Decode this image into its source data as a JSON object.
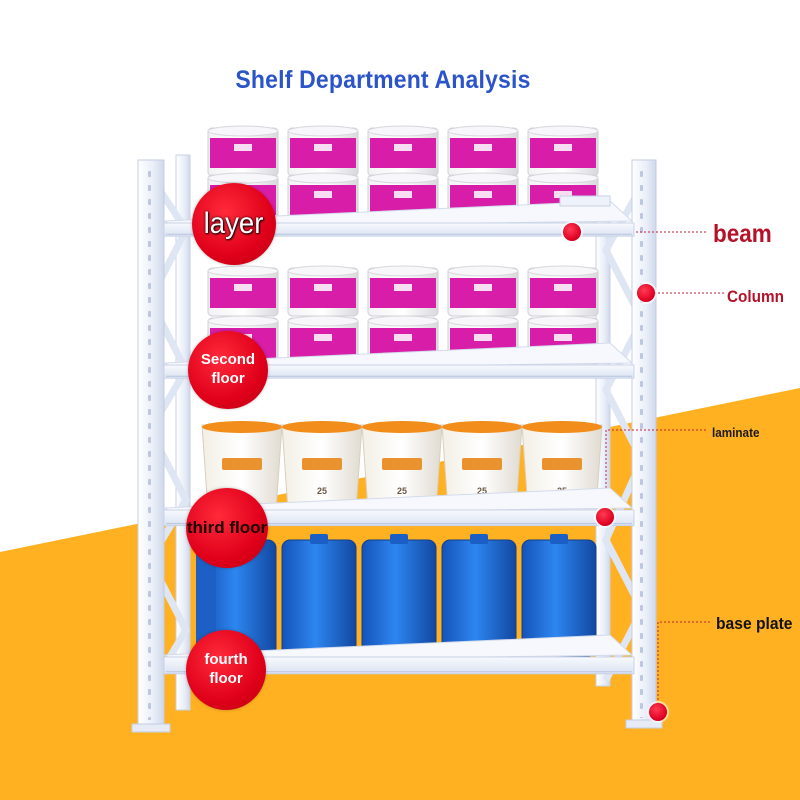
{
  "title": "Shelf Department Analysis",
  "floors": {
    "layer": "layer",
    "second": [
      "Second",
      "floor"
    ],
    "third": "third floor",
    "fourth": [
      "fourth",
      "floor"
    ]
  },
  "callouts": {
    "beam": "beam",
    "column": "Column",
    "laminate": "laminate",
    "base_plate": "base plate"
  },
  "products": {
    "bucket_label": "25"
  },
  "colors": {
    "title": "#2b54c9",
    "accent_red": "#e0001a",
    "orange_background": "#ffb020",
    "rack_white": "#eef2fa",
    "magenta_pail": "#d81ea8",
    "blue_jerrycan": "#1c6fd6"
  }
}
